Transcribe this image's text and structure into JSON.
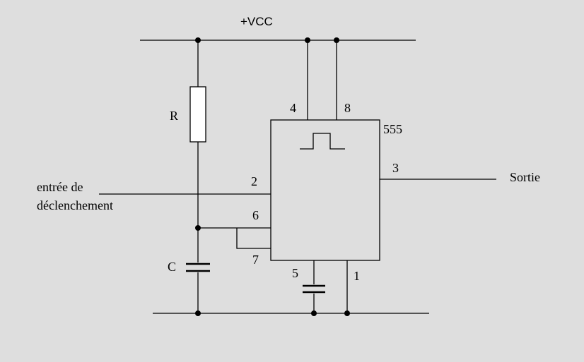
{
  "supply_label": "+VCC",
  "ic": {
    "name": "555"
  },
  "components": {
    "resistor": "R",
    "capacitor": "C"
  },
  "pins": {
    "p1": "1",
    "p2": "2",
    "p3": "3",
    "p4": "4",
    "p5": "5",
    "p6": "6",
    "p7": "7",
    "p8": "8"
  },
  "input": {
    "line1": "entrée de",
    "line2": "déclenchement"
  },
  "output": {
    "label": "Sortie"
  }
}
